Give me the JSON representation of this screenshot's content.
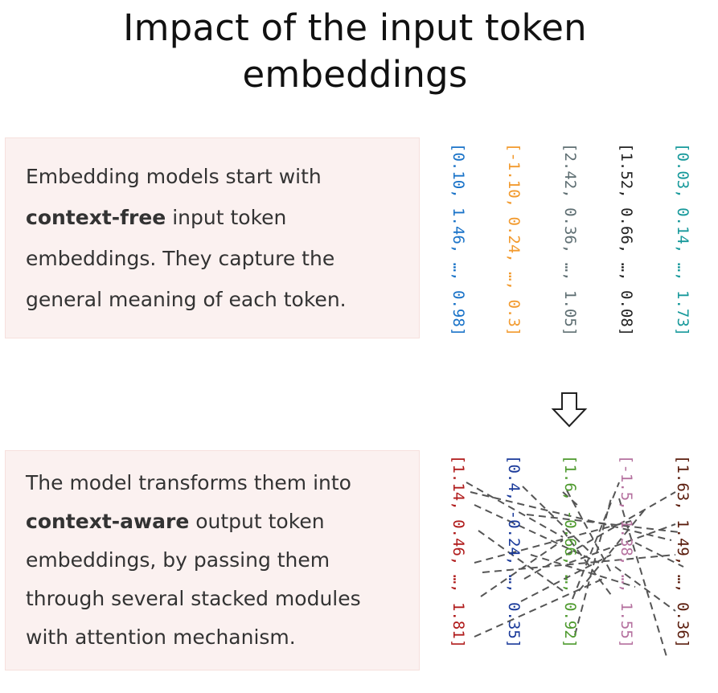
{
  "title": {
    "line1": "Impact of the input token",
    "line2": "embeddings"
  },
  "box_top": {
    "t1": "Embedding models start with",
    "bold": "context-free",
    "t2": " input token",
    "t3": "embeddings. They capture the",
    "t4": "general meaning of each token."
  },
  "box_bottom": {
    "t1": "The model transforms them into",
    "bold": "context-aware",
    "t2": " output token",
    "t3": "embeddings, by passing them",
    "t4": "through several stacked modules",
    "t5": "with attention mechanism."
  },
  "input_vectors": [
    {
      "text": "[0.10, 1.46, …, 0.98]",
      "color": "#1a73c8"
    },
    {
      "text": "[-1.10, 0.24, …, 0.3]",
      "color": "#f29a2e"
    },
    {
      "text": "[2.42, 0.36, …, 1.05]",
      "color": "#5f6f73"
    },
    {
      "text": "[1.52, 0.66, …, 0.08]",
      "color": "#222222"
    },
    {
      "text": "[0.03, 0.14, …, 1.73]",
      "color": "#17999b"
    }
  ],
  "output_vectors": [
    {
      "text": "[1.14, 0.46, …, 1.81]",
      "color": "#b01b1b"
    },
    {
      "text": "[0.4, -0.24, …, 0.35]",
      "color": "#1a3a9a"
    },
    {
      "text": "[1.6, -0.66, …, 0.92]",
      "color": "#4e9a2e"
    },
    {
      "text": "[-1.5, 1.38, …, 1.55]",
      "color": "#b5719f"
    },
    {
      "text": "[1.63, 1.49, …, 0.36]",
      "color": "#5a1c0c"
    }
  ],
  "arrow_icon": "down-arrow-outline-icon",
  "connector_color": "#555555"
}
